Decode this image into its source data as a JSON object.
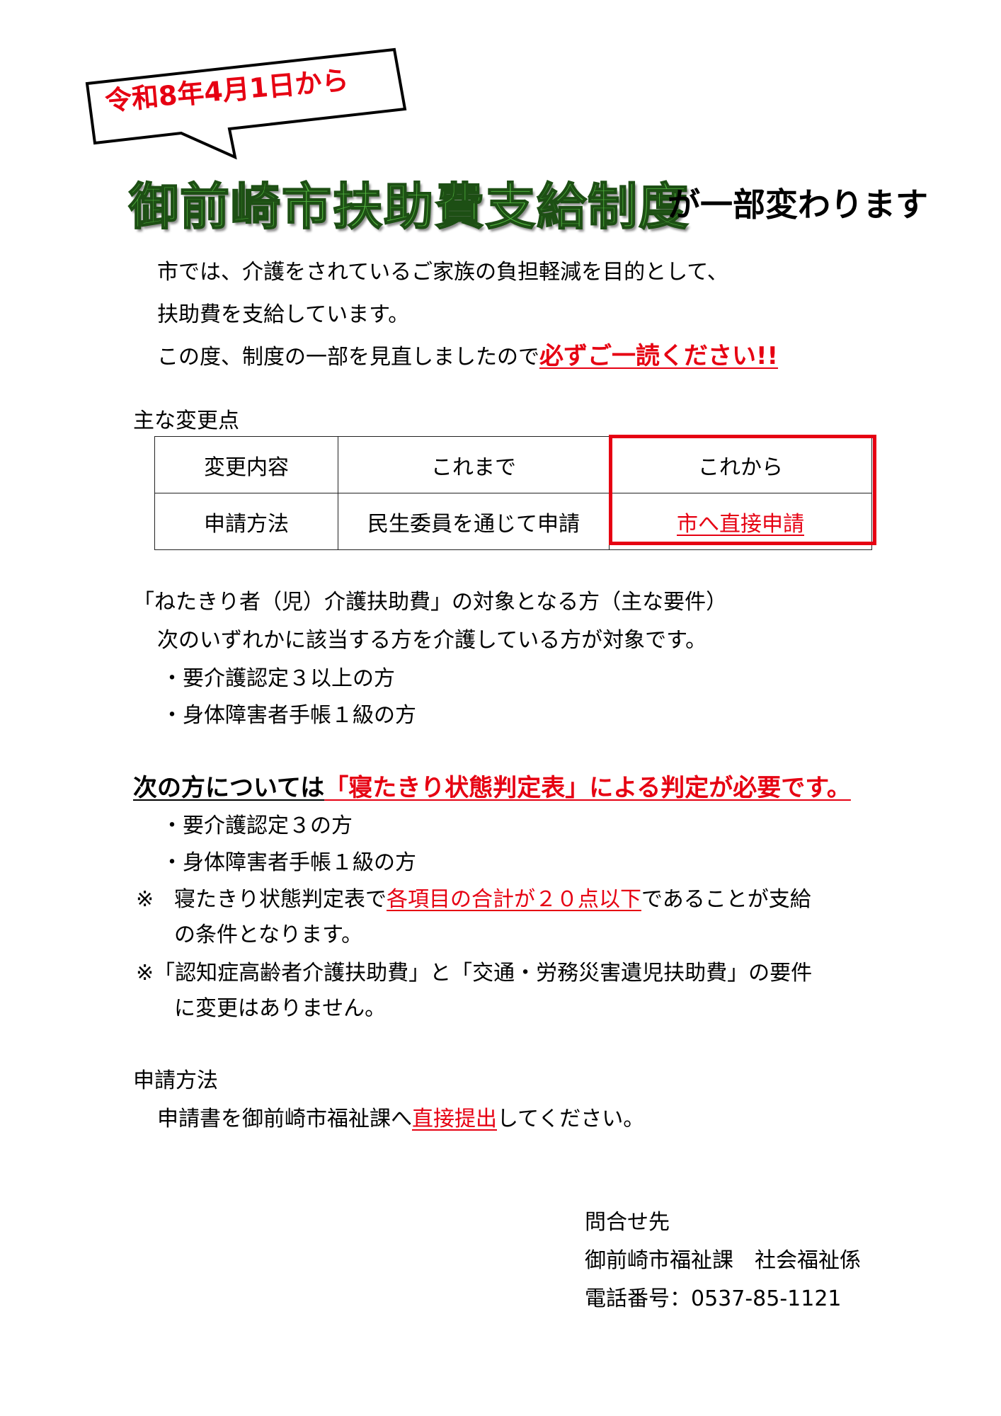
{
  "bubble": {
    "text": "令和8年4月1日から"
  },
  "headline": {
    "main": "御前崎市扶助費支給制度",
    "suffix": "が一部変わります"
  },
  "intro": {
    "line1": "市では、介護をされているご家族の負担軽減を目的として、",
    "line2": "扶助費を支給しています。",
    "line3_plain": "この度、制度の一部を見直しましたので",
    "line3_emph": "必ずご一読ください!!"
  },
  "changes": {
    "heading": "主な変更点",
    "headers": [
      "変更内容",
      "これまで",
      "これから"
    ],
    "row": [
      "申請方法",
      "民生委員を通じて申請",
      "市へ直接申請"
    ]
  },
  "eligibility": {
    "title": "「ねたきり者（児）介護扶助費」の対象となる方（主な要件）",
    "intro": "次のいずれかに該当する方を介護している方が対象です。",
    "items": [
      "・要介護認定３以上の方",
      "・身体障害者手帳１級の方"
    ]
  },
  "judgement": {
    "lead": "次の方については",
    "emph": "「寝たきり状態判定表」による判定が必要です。",
    "items": [
      "・要介護認定３の方",
      "・身体障害者手帳１級の方"
    ],
    "note1_mark": "※",
    "note1_a": "寝たきり状態判定表で",
    "note1_emph": "各項目の合計が２０点以下",
    "note1_b": "であることが支給",
    "note1_c": "の条件となります。",
    "note2_a": "※「認知症高齢者介護扶助費」と「交通・労務災害遺児扶助費」の要件",
    "note2_b": "に変更はありません。"
  },
  "application": {
    "heading": "申請方法",
    "text_a": "申請書を御前崎市福祉課へ",
    "text_emph": "直接提出",
    "text_b": "してください。"
  },
  "contact": {
    "heading": "問合せ先",
    "office": "御前崎市福祉課　社会福祉係",
    "phone": "電話番号：0537-85-1121"
  },
  "colors": {
    "accent_red": "#e60012",
    "headline_green": "#52b33f"
  }
}
